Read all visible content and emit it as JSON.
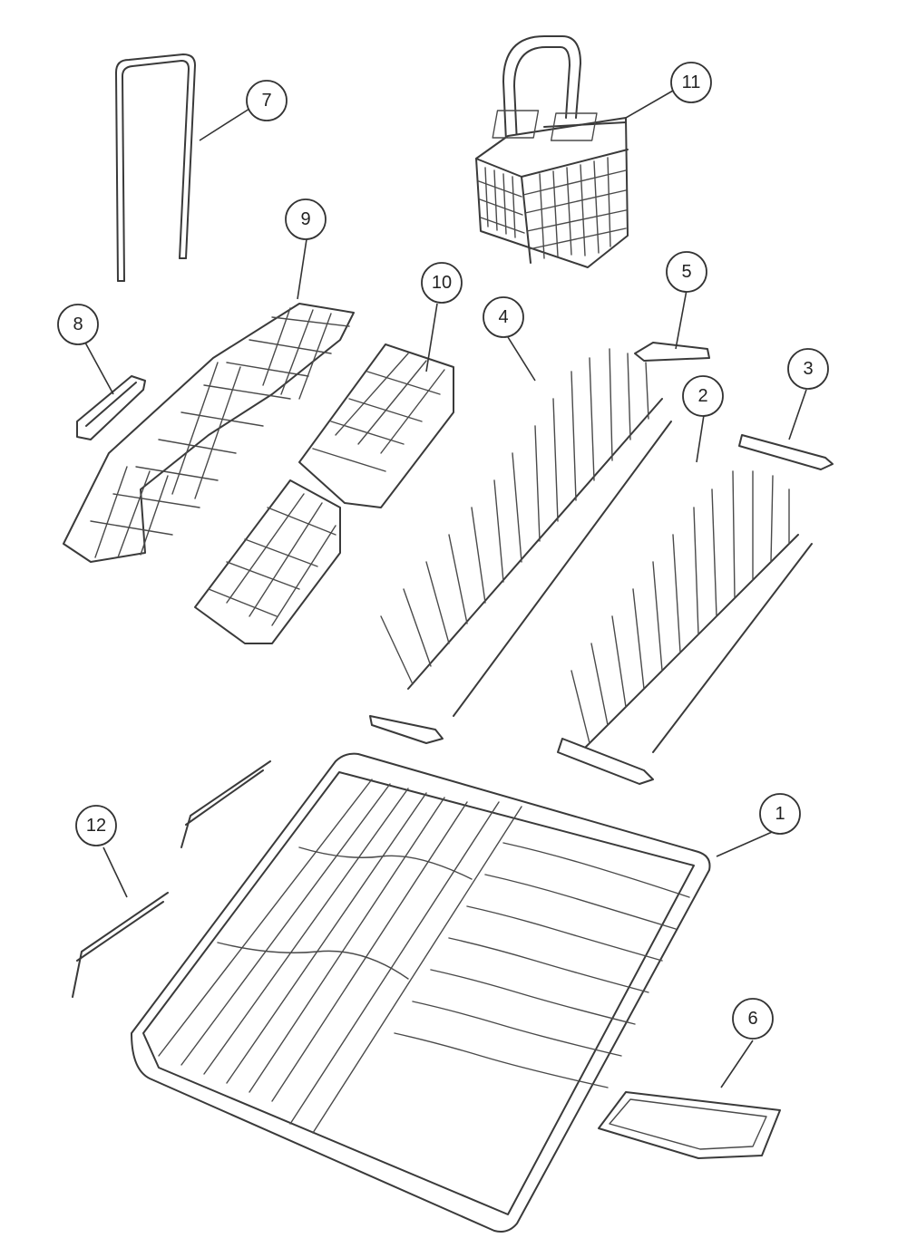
{
  "diagram": {
    "callouts": [
      {
        "id": "c1",
        "label": "1"
      },
      {
        "id": "c2",
        "label": "2"
      },
      {
        "id": "c3",
        "label": "3"
      },
      {
        "id": "c4",
        "label": "4"
      },
      {
        "id": "c5",
        "label": "5"
      },
      {
        "id": "c6",
        "label": "6"
      },
      {
        "id": "c7",
        "label": "7"
      },
      {
        "id": "c8",
        "label": "8"
      },
      {
        "id": "c9",
        "label": "9"
      },
      {
        "id": "c10",
        "label": "10"
      },
      {
        "id": "c11",
        "label": "11"
      },
      {
        "id": "c12",
        "label": "12"
      }
    ],
    "colors": {
      "line": "#3a3a3a",
      "background": "#ffffff"
    }
  }
}
